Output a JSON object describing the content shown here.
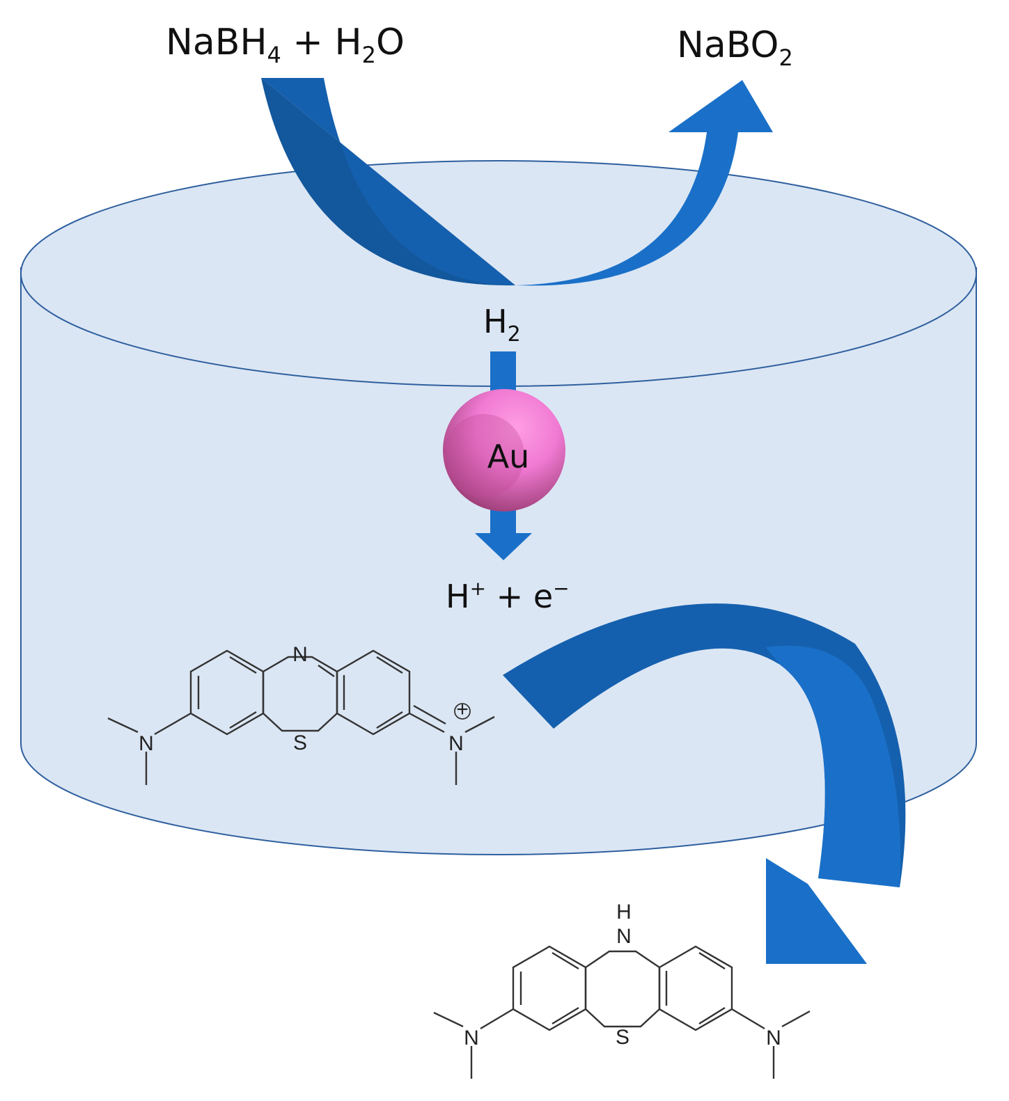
{
  "labels": {
    "reactant_main": "NaBH",
    "reactant_sub": "4",
    "reactant_plus": " + H",
    "reactant_h2o_sub": "2",
    "reactant_o": "O",
    "product_main": "NaBO",
    "product_sub": "2",
    "hydrogen_main": "H",
    "hydrogen_sub": "2",
    "catalyst": "Au",
    "proton_h": "H",
    "proton_sup": "+",
    "electron_part": " + e",
    "electron_sup": "−"
  },
  "molecules": {
    "methylene_blue": {
      "n_bridge": "N",
      "s_bridge": "S",
      "n_left": "N",
      "n_right": "N",
      "charge": "+"
    },
    "leuco_methylene_blue": {
      "nh_h": "H",
      "nh_n": "N",
      "s_bridge": "S",
      "n_left": "N",
      "n_right": "N"
    }
  },
  "colors": {
    "cylinder_fill": "#dbe6f4",
    "cylinder_stroke": "#2e5f9e",
    "arrow_blue": "#1a70c8",
    "arrow_dark": "#13579c",
    "gold_particle": "#e070c0"
  }
}
